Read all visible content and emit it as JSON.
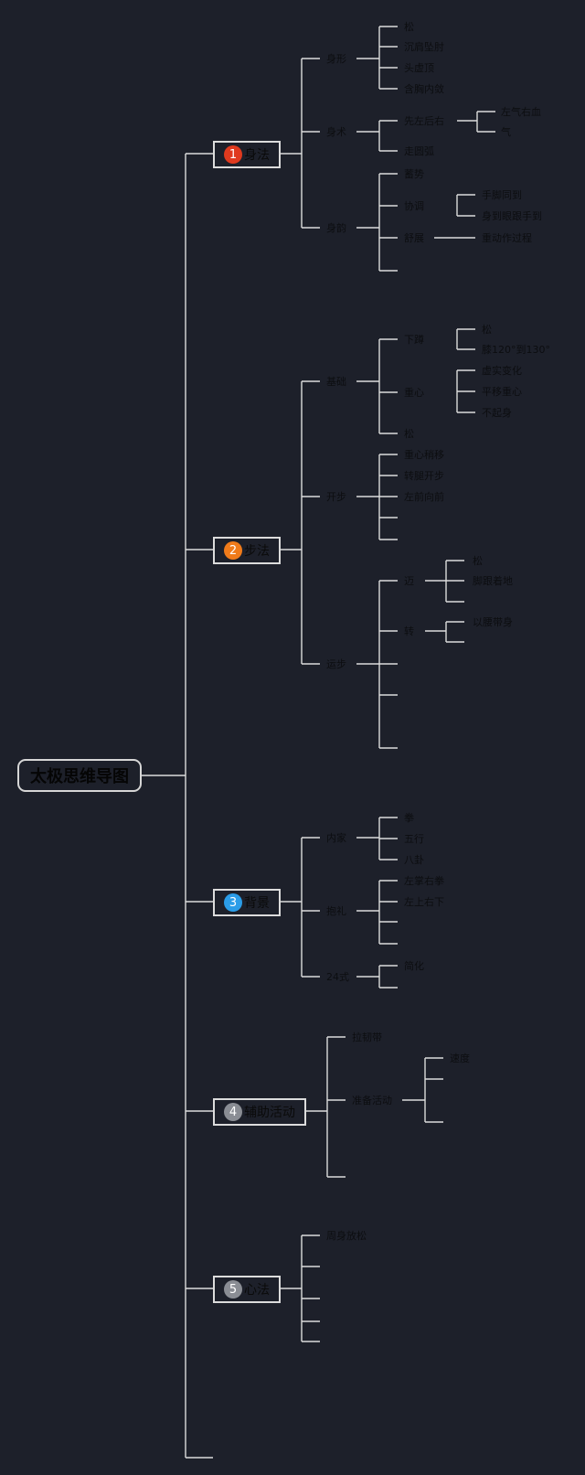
{
  "root": "太极思维导图",
  "colors": {
    "background": "#1d202a",
    "line": "#dcdcdc",
    "n1": "#e03a1e",
    "n2": "#f07b1a",
    "n3": "#2b9de8",
    "n4": "#8a8d94",
    "n5": "#8a8d94"
  },
  "branches": [
    {
      "num": "1",
      "label": "身法",
      "children": [
        {
          "label": "身形",
          "children": [
            {
              "label": "松"
            },
            {
              "label": "沉肩坠肘"
            },
            {
              "label": "头虚顶"
            },
            {
              "label": "含胸内敛"
            }
          ]
        },
        {
          "label": "身术",
          "children": [
            {
              "label": "先左后右",
              "children": [
                {
                  "label": "左气右血"
                },
                {
                  "label": "气"
                }
              ]
            },
            {
              "label": "走圆弧"
            }
          ]
        },
        {
          "label": "身韵",
          "children": [
            {
              "label": "蓄势"
            },
            {
              "label": "协调",
              "children": [
                {
                  "label": "手脚同到"
                },
                {
                  "label": "身到眼跟手到"
                }
              ]
            },
            {
              "label": "舒展",
              "children": [
                {
                  "label": "重动作过程"
                }
              ]
            },
            {
              "label": ""
            }
          ]
        }
      ]
    },
    {
      "num": "2",
      "label": "步法",
      "children": [
        {
          "label": "基础",
          "children": [
            {
              "label": "下蹲",
              "children": [
                {
                  "label": "松"
                },
                {
                  "label": "膝120°到130°"
                }
              ]
            },
            {
              "label": "重心",
              "children": [
                {
                  "label": "虚实变化"
                },
                {
                  "label": "平移重心"
                },
                {
                  "label": "不起身"
                }
              ]
            },
            {
              "label": "松"
            }
          ]
        },
        {
          "label": "开步",
          "children": [
            {
              "label": "重心稍移"
            },
            {
              "label": "转腿开步"
            },
            {
              "label": "左前向前"
            },
            {
              "label": ""
            },
            {
              "label": ""
            }
          ]
        },
        {
          "label": "运步",
          "children": [
            {
              "label": "迈",
              "children": [
                {
                  "label": "松"
                },
                {
                  "label": "脚跟着地"
                },
                {
                  "label": ""
                }
              ]
            },
            {
              "label": "转",
              "children": [
                {
                  "label": "以腰带身"
                },
                {
                  "label": ""
                }
              ]
            },
            {
              "label": ""
            },
            {
              "label": ""
            },
            {
              "label": ""
            }
          ]
        }
      ]
    },
    {
      "num": "3",
      "label": "背景",
      "children": [
        {
          "label": "内家",
          "children": [
            {
              "label": "拳"
            },
            {
              "label": "五行"
            },
            {
              "label": "八卦"
            }
          ]
        },
        {
          "label": "抱礼",
          "children": [
            {
              "label": "左掌右拳"
            },
            {
              "label": "左上右下"
            },
            {
              "label": ""
            },
            {
              "label": ""
            }
          ]
        },
        {
          "label": "24式",
          "children": [
            {
              "label": "简化"
            },
            {
              "label": ""
            }
          ]
        }
      ]
    },
    {
      "num": "4",
      "label": "辅助活动",
      "children": [
        {
          "label": "拉韧带"
        },
        {
          "label": "准备活动",
          "children": [
            {
              "label": "速度"
            },
            {
              "label": ""
            },
            {
              "label": ""
            }
          ]
        },
        {
          "label": ""
        }
      ]
    },
    {
      "num": "5",
      "label": "心法",
      "children": [
        {
          "label": "周身放松"
        },
        {
          "label": ""
        },
        {
          "label": ""
        },
        {
          "label": ""
        },
        {
          "label": ""
        }
      ]
    }
  ]
}
